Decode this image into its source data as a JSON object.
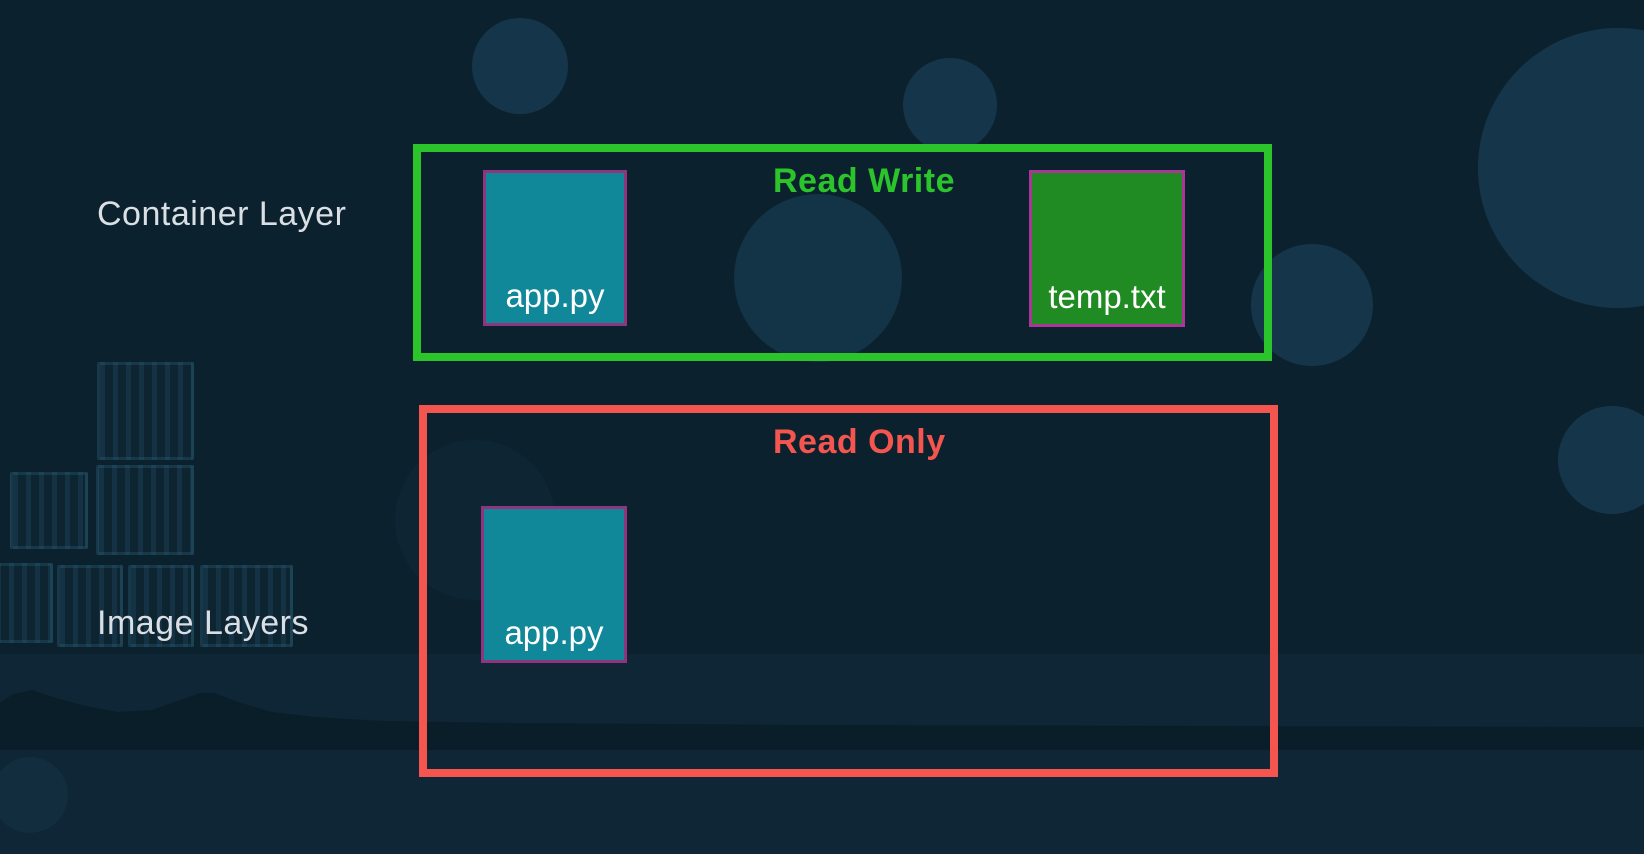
{
  "slide": {
    "theme": "docker-layers-diagram",
    "background_color": "#0c212e",
    "bubble_color": "#15364a",
    "watermark_icons": [
      "shipping-container-stack-icon",
      "sea-waves-icon"
    ]
  },
  "side_labels": {
    "container_layer": "Container Layer",
    "image_layers": "Image Layers",
    "text_color": "#d9dfe4"
  },
  "container_layer_box": {
    "title": "Read Write",
    "border_color": "#2bc52b",
    "title_color": "#2bc52b",
    "files": [
      {
        "name": "app.py",
        "fill_color": "#11889a",
        "border_color": "#8f3580"
      },
      {
        "name": "temp.txt",
        "fill_color": "#1f8b22",
        "border_color": "#aa3697"
      }
    ]
  },
  "image_layer_box": {
    "title": "Read Only",
    "border_color": "#f4564f",
    "title_color": "#f4564f",
    "files": [
      {
        "name": "app.py",
        "fill_color": "#11889a",
        "border_color": "#8f3580"
      }
    ]
  }
}
